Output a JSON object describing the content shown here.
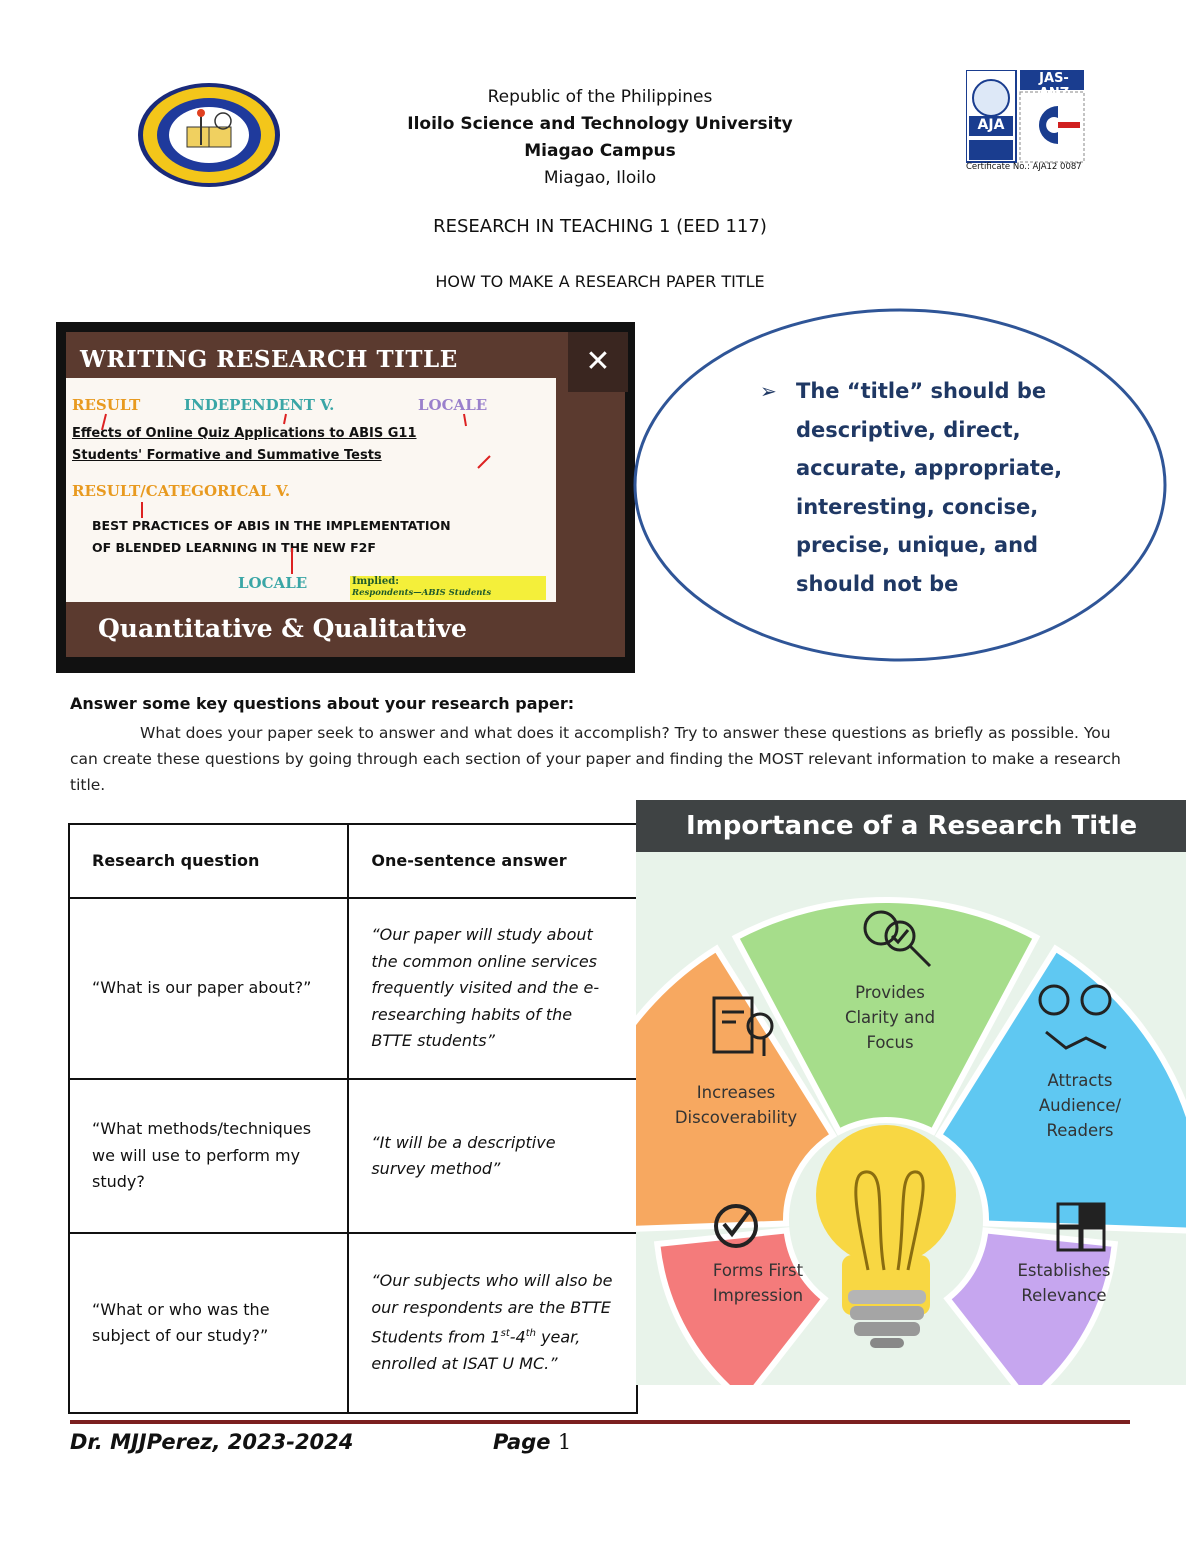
{
  "header": {
    "line1": "Republic of the Philippines",
    "line2": "Iloilo Science and Technology University",
    "line3": "Miagao Campus",
    "line4": "Miagao, Iloilo",
    "cert_badge": "JAS-ANZ",
    "cert_org": "AJA",
    "cert_number": "Certificate No.: AJA12 0087"
  },
  "course_title": "RESEARCH IN TEACHING 1 (EED 117)",
  "paper_title": "HOW TO MAKE A RESEARCH PAPER TITLE",
  "writing_panel": {
    "title": "WRITING RESEARCH TITLE",
    "label_result": "RESULT",
    "label_independent": "INDEPENDENT V.",
    "label_locale": "LOCALE",
    "example1_line1": "Effects of Online Quiz Applications to ABIS G11",
    "example1_line2": "Students' Formative and Summative Tests",
    "label_result_categorical": "RESULT/CATEGORICAL V.",
    "example2_line1": "BEST PRACTICES OF ABIS IN THE IMPLEMENTATION",
    "example2_line2": "OF BLENDED LEARNING IN THE NEW F2F",
    "label_locale2": "LOCALE",
    "implied_label": "Implied:",
    "implied_text": "Respondents—ABIS Students",
    "footer": "Quantitative & Qualitative",
    "close_glyph": "✕"
  },
  "callout": {
    "arrow_glyph": "➢",
    "text": "The “title” should be descriptive, direct, accurate, appropriate, interesting, concise, precise, unique, and should not be misleading."
  },
  "key_questions": {
    "heading": "Answer some key questions about your research paper:",
    "paragraph": "What does your paper seek to answer and what does it  accomplish? Try to answer these questions as briefly as possible. You can create these questions by going through each section of your paper and finding the MOST relevant information to make a research title."
  },
  "table": {
    "headers": [
      "Research question",
      "One-sentence answer"
    ],
    "rows": [
      {
        "question": "“What is our paper about?”",
        "answer": "“Our paper will study about the common online services frequently visited and the e-researching habits of the BTTE students”"
      },
      {
        "question": "“What methods/techniques we will use to perform my study?",
        "answer": "“It will be a descriptive survey method”"
      },
      {
        "question": "“What or who was the subject of our study?”",
        "answer_pre": "“Our subjects who will also be our respondents are the BTTE Students from 1",
        "answer_sup1": "st",
        "answer_mid": "-4",
        "answer_sup2": "th",
        "answer_post": " year, enrolled at ISAT U MC.”"
      }
    ]
  },
  "infographic": {
    "title": "Importance of a Research Title",
    "segments": [
      {
        "label": "Increases Discoverability",
        "color": "#f7a860"
      },
      {
        "label": "Provides Clarity and Focus",
        "color": "#a6dd8b"
      },
      {
        "label": "Attracts Audience/ Readers",
        "color": "#5fc8f2"
      },
      {
        "label": "Forms First Impression",
        "color": "#f47b7b"
      },
      {
        "label": "Establishes Relevance",
        "color": "#c6a6ef"
      }
    ],
    "bulb_color": "#f8d743"
  },
  "footer": {
    "author": "Dr. MJJPerez, 2023-2024",
    "page_label": "Page",
    "page_number": "1"
  }
}
